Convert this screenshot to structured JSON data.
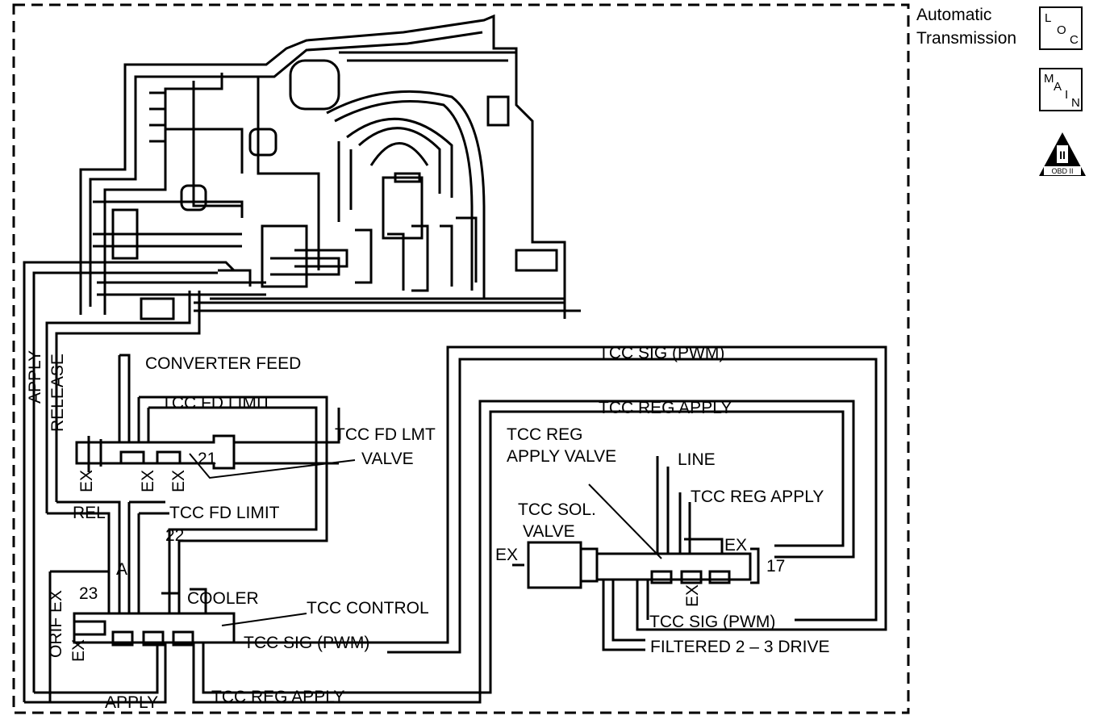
{
  "side_panel": {
    "title_line1": "Automatic",
    "title_line2": "Transmission",
    "loc_badge": [
      "L",
      "O",
      "C"
    ],
    "main_badge": [
      "M",
      "A",
      "I",
      "N"
    ],
    "obd_badge": [
      "II",
      "OBD II"
    ]
  },
  "labels": {
    "apply_vertical": "APPLY",
    "release_vertical": "RELEASE",
    "converter_feed": "CONVERTER FEED",
    "tcc_fd_limit_top": "TCC FD LIMIT",
    "tcc_fd_lmt_valve_1": "TCC FD LMT",
    "tcc_fd_lmt_valve_2": "VALVE",
    "n21": "21",
    "ex": "EX",
    "rel": "REL",
    "tcc_fd_limit_mid": "TCC FD LIMIT",
    "n22": "22",
    "n23": "23",
    "orif_ex": "ORIF EX",
    "a": "A",
    "cooler": "COOLER",
    "tcc_control": "TCC CONTROL",
    "tcc_sig_pwm_left": "TCC SIG (PWM)",
    "apply_bottom": "APPLY",
    "tcc_reg_apply_bottom": "TCC REG APPLY",
    "tcc_sig_pwm_top": "TCC SIG (PWM)",
    "tcc_reg_apply_top": "TCC REG APPLY",
    "tcc_reg_apply_valve_1": "TCC REG",
    "tcc_reg_apply_valve_2": "APPLY VALVE",
    "line": "LINE",
    "tcc_reg_apply_right": "TCC REG APPLY",
    "tcc_sol_valve_1": "TCC SOL.",
    "tcc_sol_valve_2": "VALVE",
    "n17": "17",
    "tcc_sig_pwm_right": "TCC SIG (PWM)",
    "filtered_2_3_drive": "FILTERED 2 – 3 DRIVE"
  }
}
